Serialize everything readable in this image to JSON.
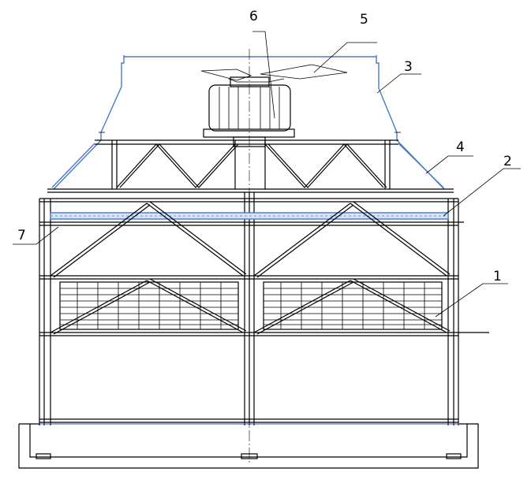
{
  "callouts": [
    {
      "label": "1"
    },
    {
      "label": "2"
    },
    {
      "label": "3"
    },
    {
      "label": "4"
    },
    {
      "label": "5"
    },
    {
      "label": "6"
    },
    {
      "label": "7"
    }
  ],
  "colors": {
    "line": "#000000",
    "highlight_blue": "#4a78c8",
    "background": "#ffffff"
  }
}
